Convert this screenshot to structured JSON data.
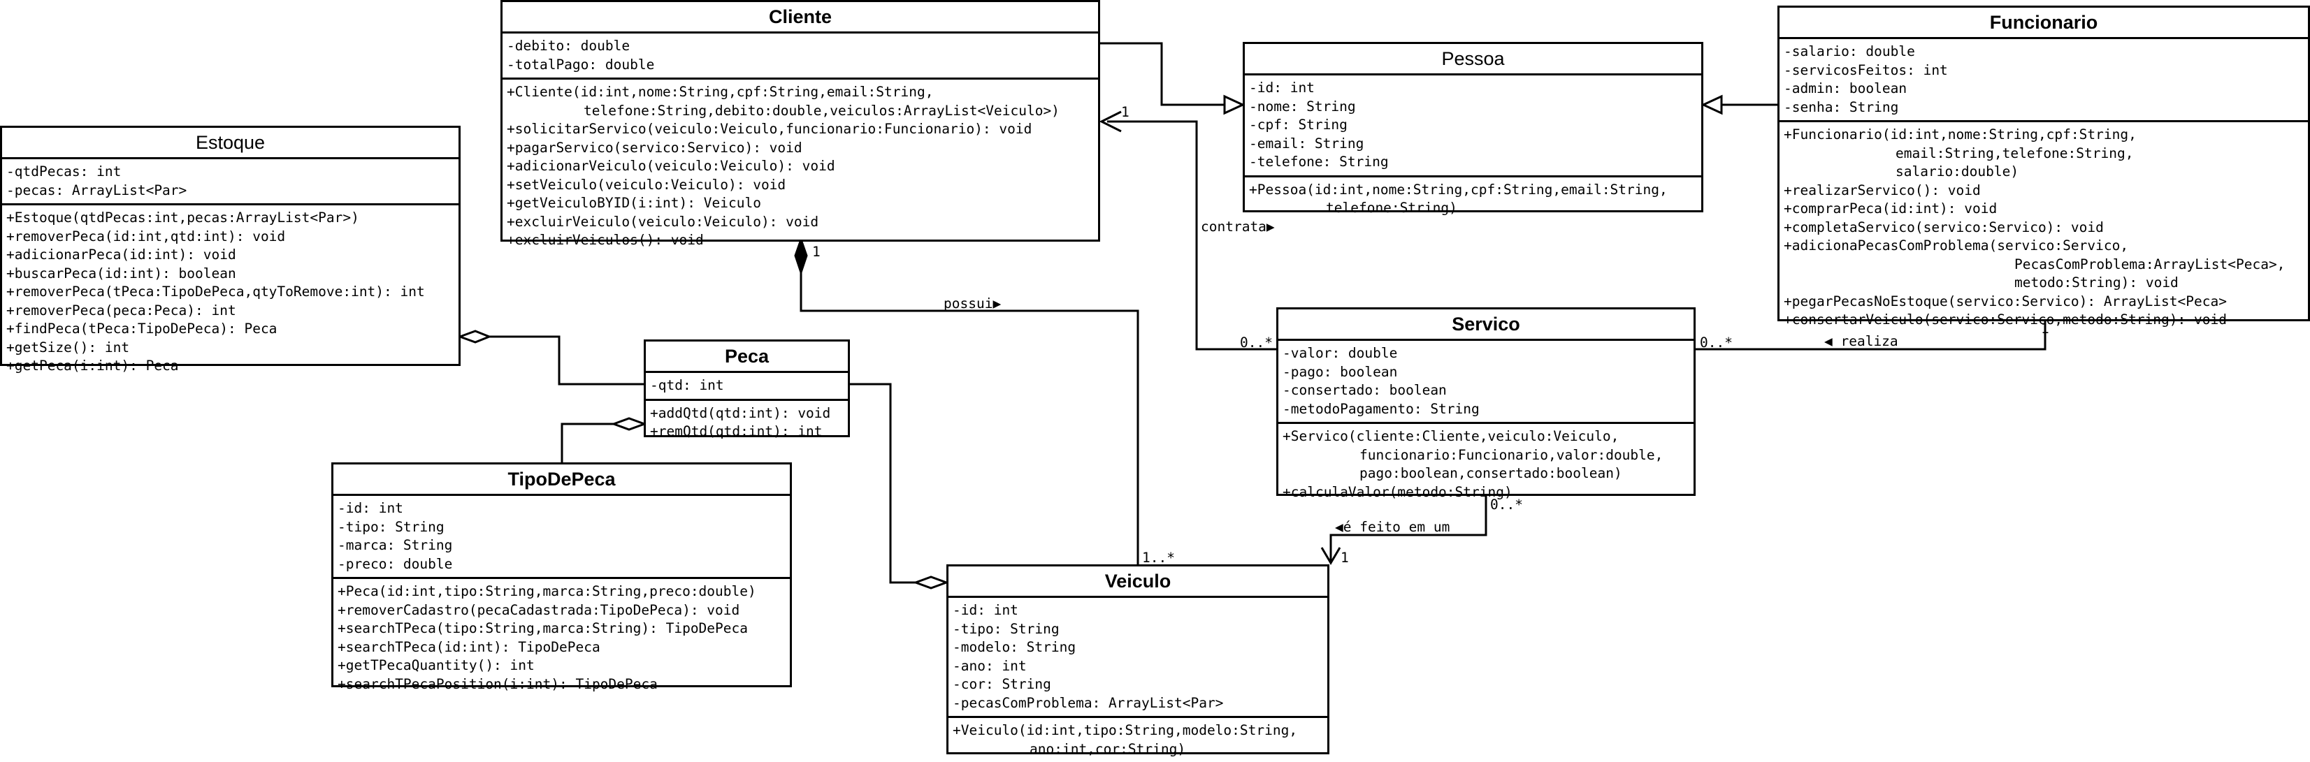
{
  "classes": {
    "cliente": {
      "name": "Cliente",
      "attributes": [
        "-debito: double",
        "-totalPago: double"
      ],
      "methods": [
        "+Cliente(id:int,nome:String,cpf:String,email:String,",
        "telefone:String,debito:double,veiculos:ArrayList<Veiculo>)",
        "+solicitarServico(veiculo:Veiculo,funcionario:Funcionario): void",
        "+pagarServico(servico:Servico): void",
        "+adicionarVeiculo(veiculo:Veiculo): void",
        "+setVeiculo(veiculo:Veiculo): void",
        "+getVeiculoBYID(i:int): Veiculo",
        "+excluirVeiculo(veiculo:Veiculo): void",
        "+excluirVeiculos(): void"
      ]
    },
    "pessoa": {
      "name": "Pessoa",
      "attributes": [
        "-id: int",
        "-nome: String",
        "-cpf: String",
        "-email: String",
        "-telefone: String"
      ],
      "methods": [
        "+Pessoa(id:int,nome:String,cpf:String,email:String,",
        "telefone:String)"
      ]
    },
    "funcionario": {
      "name": "Funcionario",
      "attributes": [
        "-salario: double",
        "-servicosFeitos: int",
        "-admin: boolean",
        "-senha: String"
      ],
      "methods": [
        "+Funcionario(id:int,nome:String,cpf:String,",
        "email:String,telefone:String,",
        "salario:double)",
        "+realizarServico(): void",
        "+comprarPeca(id:int): void",
        "+completaServico(servico:Servico): void",
        "+adicionaPecasComProblema(servico:Servico,",
        "PecasComProblema:ArrayList<Peca>,",
        "metodo:String): void",
        "+pegarPecasNoEstoque(servico:Servico): ArrayList<Peca>",
        "+consertarVeiculo(servico:Servico,metodo:String): void"
      ]
    },
    "estoque": {
      "name": "Estoque",
      "attributes": [
        "-qtdPecas: int",
        "-pecas: ArrayList<Par>"
      ],
      "methods": [
        "+Estoque(qtdPecas:int,pecas:ArrayList<Par>)",
        "+removerPeca(id:int,qtd:int): void",
        "+adicionarPeca(id:int): void",
        "+buscarPeca(id:int): boolean",
        "+removerPeca(tPeca:TipoDePeca,qtyToRemove:int): int",
        "+removerPeca(peca:Peca): int",
        "+findPeca(tPeca:TipoDePeca): Peca",
        "+getSize(): int",
        "+getPeca(i:int): Peca"
      ]
    },
    "peca": {
      "name": "Peca",
      "attributes": [
        "-qtd: int"
      ],
      "methods": [
        "+addQtd(qtd:int): void",
        "+remQtd(qtd:int): int"
      ]
    },
    "tipodepeca": {
      "name": "TipoDePeca",
      "attributes": [
        "-id: int",
        "-tipo: String",
        "-marca: String",
        "-preco: double"
      ],
      "methods": [
        "+Peca(id:int,tipo:String,marca:String,preco:double)",
        "+removerCadastro(pecaCadastrada:TipoDePeca): void",
        "+searchTPeca(tipo:String,marca:String): TipoDePeca",
        "+searchTPeca(id:int): TipoDePeca",
        "+getTPecaQuantity(): int",
        "+searchTPecaPosition(i:int): TipoDePeca"
      ]
    },
    "servico": {
      "name": "Servico",
      "attributes": [
        "-valor: double",
        "-pago: boolean",
        "-consertado: boolean",
        "-metodoPagamento: String"
      ],
      "methods": [
        "+Servico(cliente:Cliente,veiculo:Veiculo,",
        "funcionario:Funcionario,valor:double,",
        "pago:boolean,consertado:boolean)",
        "+calculaValor(metodo:String)"
      ]
    },
    "veiculo": {
      "name": "Veiculo",
      "attributes": [
        "-id: int",
        "-tipo: String",
        "-modelo: String",
        "-ano: int",
        "-cor: String",
        "-pecasComProblema: ArrayList<Par>"
      ],
      "methods": [
        "+Veiculo(id:int,tipo:String,modelo:String,",
        "ano:int,cor:String)"
      ]
    }
  },
  "labels": {
    "contrata": "contrata▶",
    "possui": "possui▶",
    "realiza": "◀ realiza",
    "e_feito_em_um": "◀é feito em um",
    "mult_cliente_1": "1",
    "mult_cliente_possui_1": "1",
    "mult_servico_0n_left": "0..*",
    "mult_servico_0n_right": "0..*",
    "mult_funcionario_1": "1",
    "mult_servico_0n_bottom": "0..*",
    "mult_veiculo_1": "1",
    "mult_veiculo_1n": "1..*"
  }
}
